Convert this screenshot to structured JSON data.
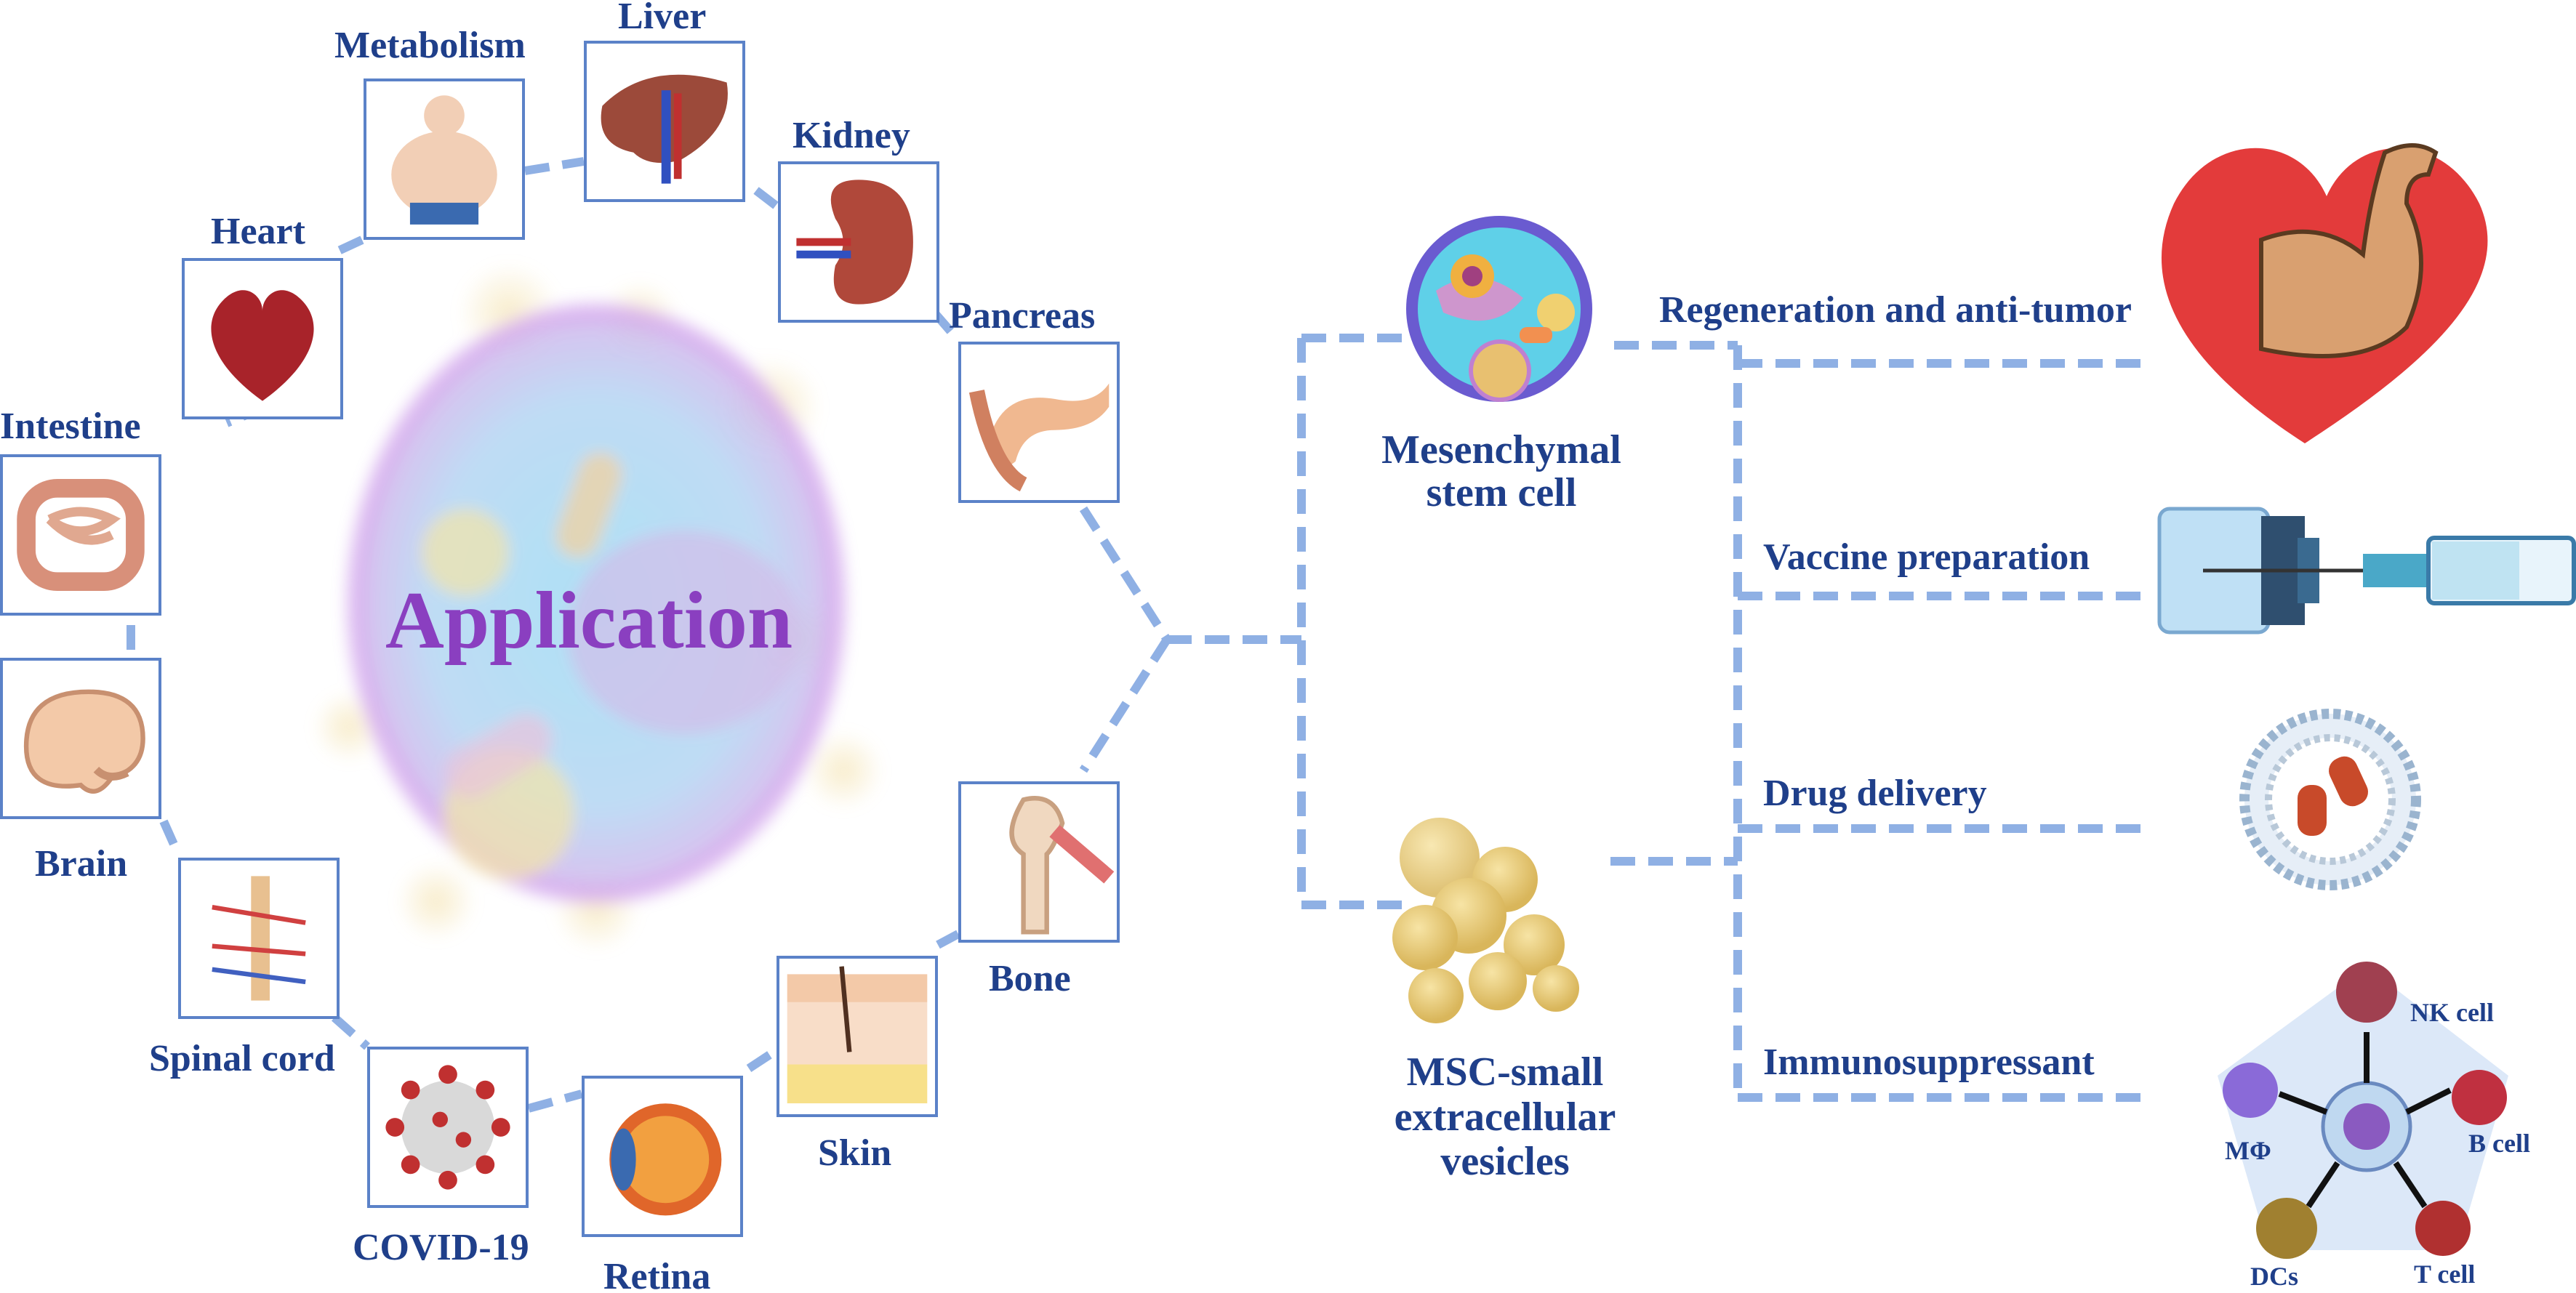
{
  "center": {
    "title": "Application"
  },
  "organs": [
    {
      "id": "liver",
      "label": "Liver"
    },
    {
      "id": "metabolism",
      "label": "Metabolism"
    },
    {
      "id": "kidney",
      "label": "Kidney"
    },
    {
      "id": "heart",
      "label": "Heart"
    },
    {
      "id": "pancreas",
      "label": "Pancreas"
    },
    {
      "id": "intestine",
      "label": "Intestine"
    },
    {
      "id": "brain",
      "label": "Brain"
    },
    {
      "id": "spinal",
      "label": "Spinal cord"
    },
    {
      "id": "covid",
      "label": "COVID-19"
    },
    {
      "id": "retina",
      "label": "Retina"
    },
    {
      "id": "skin",
      "label": "Skin"
    },
    {
      "id": "bone",
      "label": "Bone"
    }
  ],
  "sources": {
    "msc": "Mesenchymal\nstem cell",
    "sev": "MSC-small\nextracellular\nvesicles"
  },
  "branches": [
    "Regeneration and anti-tumor",
    "Vaccine preparation",
    "Drug delivery",
    "Immunosuppressant"
  ],
  "immune_cells": [
    "NK cell",
    "B cell",
    "T cell",
    "DCs",
    "MΦ"
  ],
  "colors": {
    "line": "#8fb0e4",
    "box": "#5b82c8",
    "text": "#1f3f8a",
    "title": "#8a3fc0"
  }
}
